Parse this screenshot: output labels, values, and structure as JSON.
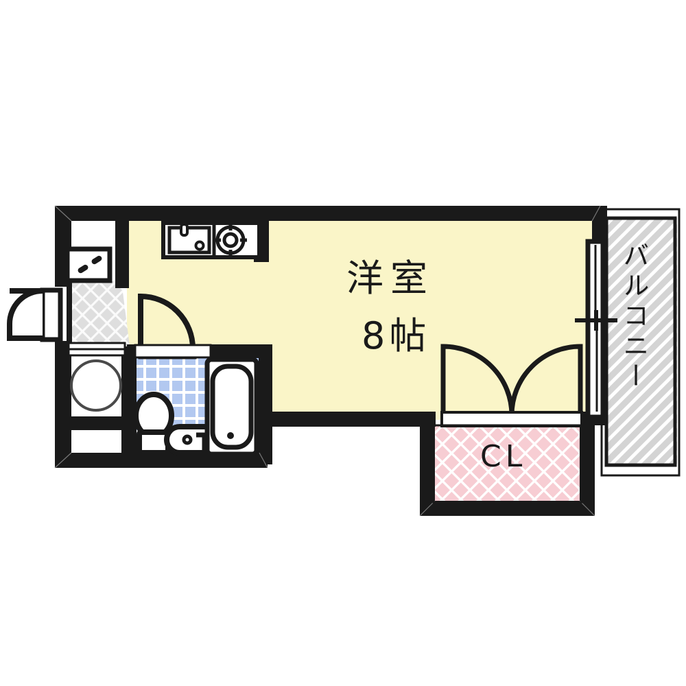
{
  "document": {
    "type": "apartment-floor-plan",
    "background_color": "#ffffff"
  },
  "labels": {
    "room_name": "洋室",
    "room_size": "8帖",
    "closet": "CL",
    "balcony": "バルコニー"
  },
  "colors": {
    "wall": "#1a1a1a",
    "room_floor": "#faf5c8",
    "balcony_fill": "#d4d4d4",
    "balcony_stripe": "#ffffff",
    "closet_fill": "#f9d9dd",
    "closet_lattice": "#ffffff",
    "genkan_fill": "#e2e2e2",
    "genkan_lattice": "#ffffff",
    "bath_tile": "#b9cdf2",
    "bath_tile_grout": "#ffffff",
    "fixture_fill": "#ffffff",
    "fixture_outline": "#1a1a1a",
    "text": "#1a1a1a"
  },
  "rooms": [
    {
      "id": "western-room",
      "name": "洋室",
      "size": "8帖",
      "floor": "#faf5c8"
    },
    {
      "id": "balcony",
      "name": "バルコニー",
      "floor": "#d4d4d4",
      "pattern": "diagonal-stripe"
    },
    {
      "id": "closet",
      "name": "CL",
      "floor": "#f9d9dd",
      "pattern": "diamond-lattice"
    },
    {
      "id": "entry-hall",
      "name": "玄関",
      "floor": "#e2e2e2",
      "pattern": "diamond-lattice"
    },
    {
      "id": "unit-bath",
      "name": "ユニットバス",
      "floor": "#b9cdf2",
      "pattern": "grid-tile"
    },
    {
      "id": "washer-alcove",
      "name": "洗濯機置場",
      "floor": "#ffffff"
    }
  ],
  "fixtures": [
    {
      "id": "kitchen-sink",
      "label": "sink"
    },
    {
      "id": "gas-burner",
      "label": "stove-burner"
    },
    {
      "id": "shoe-cabinet",
      "label": "shoe-cabinet"
    },
    {
      "id": "washing-machine",
      "label": "washing-machine"
    },
    {
      "id": "toilet",
      "label": "toilet"
    },
    {
      "id": "wash-basin",
      "label": "wash-basin"
    },
    {
      "id": "bathtub",
      "label": "bathtub"
    }
  ],
  "openings": [
    {
      "id": "entrance-door",
      "type": "single-swing-door"
    },
    {
      "id": "room-door",
      "type": "single-swing-door"
    },
    {
      "id": "bath-door",
      "type": "sliding-door"
    },
    {
      "id": "closet-doors",
      "type": "double-swing-door"
    },
    {
      "id": "balcony-window",
      "type": "sliding-glass-door"
    }
  ]
}
